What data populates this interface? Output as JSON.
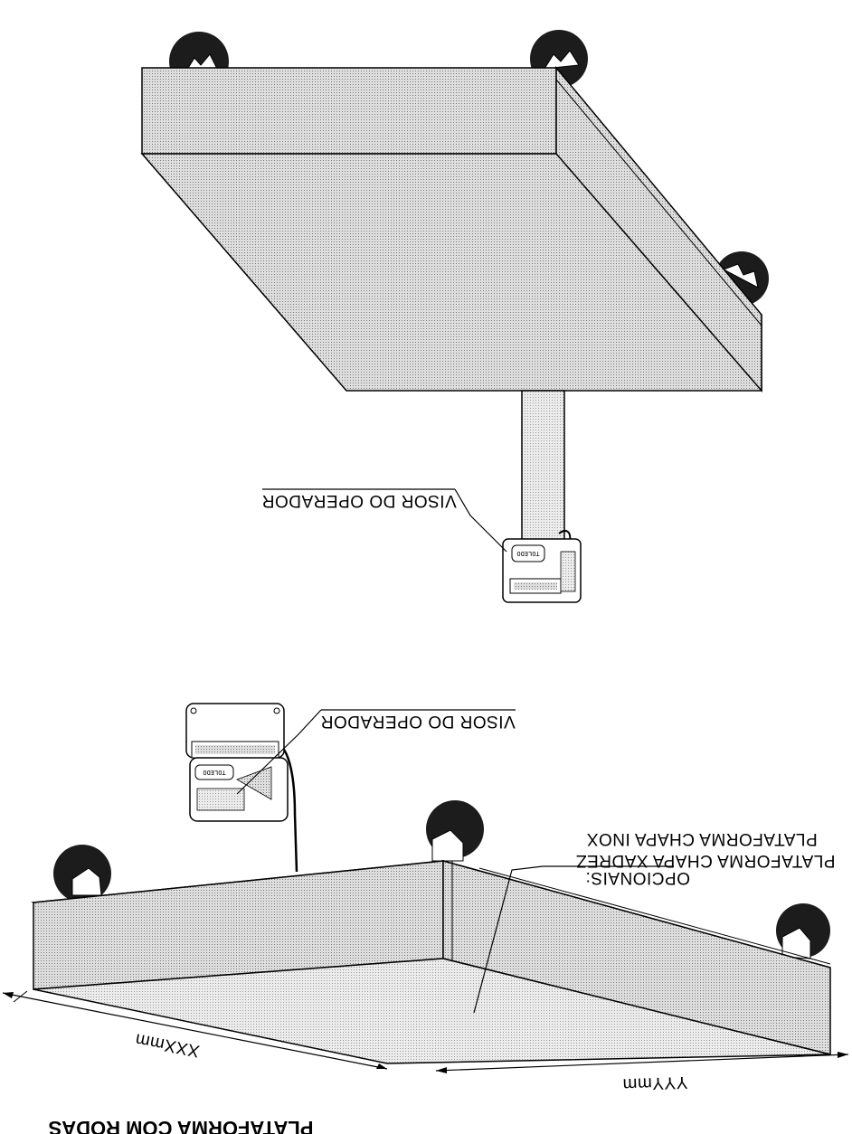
{
  "upper_figure": {
    "display_label": "VISOR DO OPERADOR",
    "display_brand": "TOLEDO"
  },
  "lower_figure": {
    "title": "PLATAFORMA COM RODAS",
    "display_label": "VISOR DO OPERADOR",
    "options_heading": "OPCIONAIS:",
    "option_1": "PLATAFORMA CHAPA XADREZ",
    "option_2": "PLATAFORMA CHAPA INOX",
    "dimension_width": "XXXmm",
    "dimension_depth": "YYYmm",
    "display_brand": "TOLEDO"
  },
  "colors": {
    "ink": "#000000",
    "platform_fill": "#d6d6d6",
    "platform_top": "#e4e4e4",
    "wheel": "#1c1c1c"
  }
}
